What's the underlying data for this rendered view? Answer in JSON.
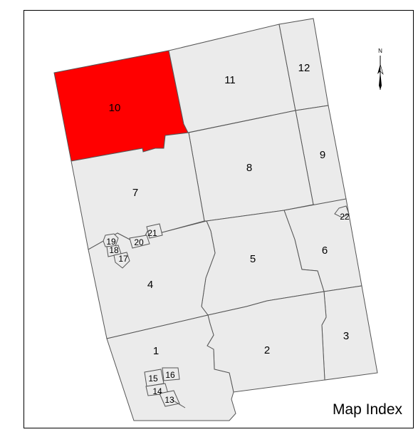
{
  "map": {
    "title": "Map Index",
    "north_arrow_label": "N",
    "highlight_color": "#ff0000",
    "parcel_fill": "#ebebeb",
    "border_color": "#555555",
    "selected_tile": "10"
  },
  "tiles": [
    {
      "id": "1",
      "label": "1"
    },
    {
      "id": "2",
      "label": "2"
    },
    {
      "id": "3",
      "label": "3"
    },
    {
      "id": "4",
      "label": "4"
    },
    {
      "id": "5",
      "label": "5"
    },
    {
      "id": "6",
      "label": "6"
    },
    {
      "id": "7",
      "label": "7"
    },
    {
      "id": "8",
      "label": "8"
    },
    {
      "id": "9",
      "label": "9"
    },
    {
      "id": "10",
      "label": "10"
    },
    {
      "id": "11",
      "label": "11"
    },
    {
      "id": "12",
      "label": "12"
    },
    {
      "id": "13",
      "label": "13"
    },
    {
      "id": "14",
      "label": "14"
    },
    {
      "id": "15",
      "label": "15"
    },
    {
      "id": "16",
      "label": "16"
    },
    {
      "id": "17",
      "label": "17"
    },
    {
      "id": "18",
      "label": "18"
    },
    {
      "id": "19",
      "label": "19"
    },
    {
      "id": "20",
      "label": "20"
    },
    {
      "id": "21",
      "label": "21"
    },
    {
      "id": "22",
      "label": "22"
    }
  ]
}
